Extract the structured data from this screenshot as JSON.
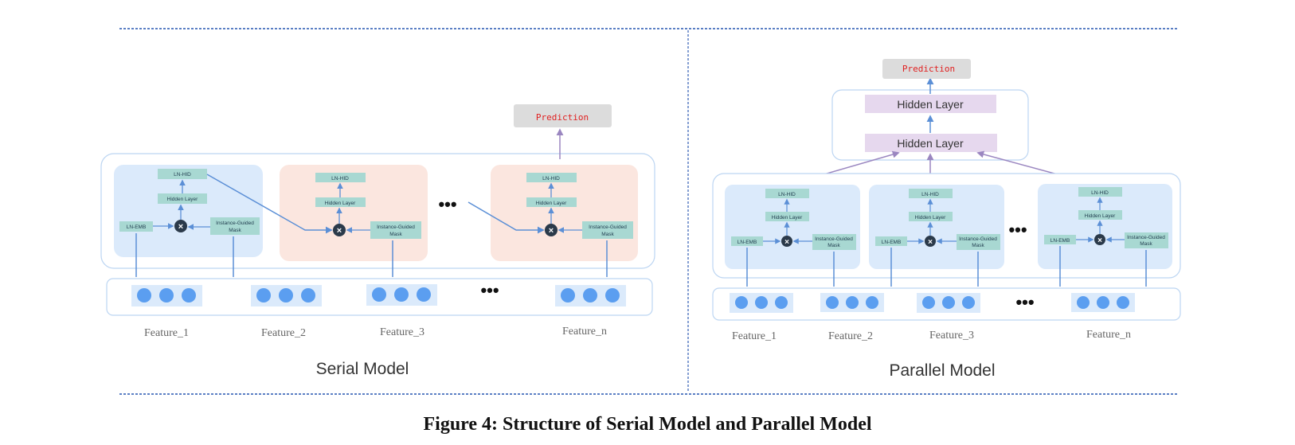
{
  "caption": "Figure 4: Structure of Serial Model and Parallel Model",
  "block_labels": {
    "ln_hid": "LN-HID",
    "hidden_layer": "Hidden Layer",
    "ln_emb": "LN-EMB",
    "mask_line1": "Instance-Guided",
    "mask_line2": "Mask",
    "multiply_symbol": "×"
  },
  "serial": {
    "title": "Serial Model",
    "prediction": "Prediction",
    "ellipsis": "•••",
    "features": [
      "Feature_1",
      "Feature_2",
      "Feature_3",
      "Feature_n"
    ]
  },
  "parallel": {
    "title": "Parallel Model",
    "prediction": "Prediction",
    "hidden_layers": [
      "Hidden Layer",
      "Hidden Layer"
    ],
    "ellipsis": "•••",
    "features": [
      "Feature_1",
      "Feature_2",
      "Feature_3",
      "Feature_n"
    ]
  },
  "colors": {
    "arrow": "#5b8fd6",
    "purple_arrow": "#9a86c0",
    "block_blue": "#dbeafb",
    "block_pink": "#fbe6df",
    "teal": "#a8d8d2",
    "hidden_purple": "#e6d8ee",
    "prediction_bg": "#dcdcdc",
    "bubble": "#5b9ef0"
  }
}
